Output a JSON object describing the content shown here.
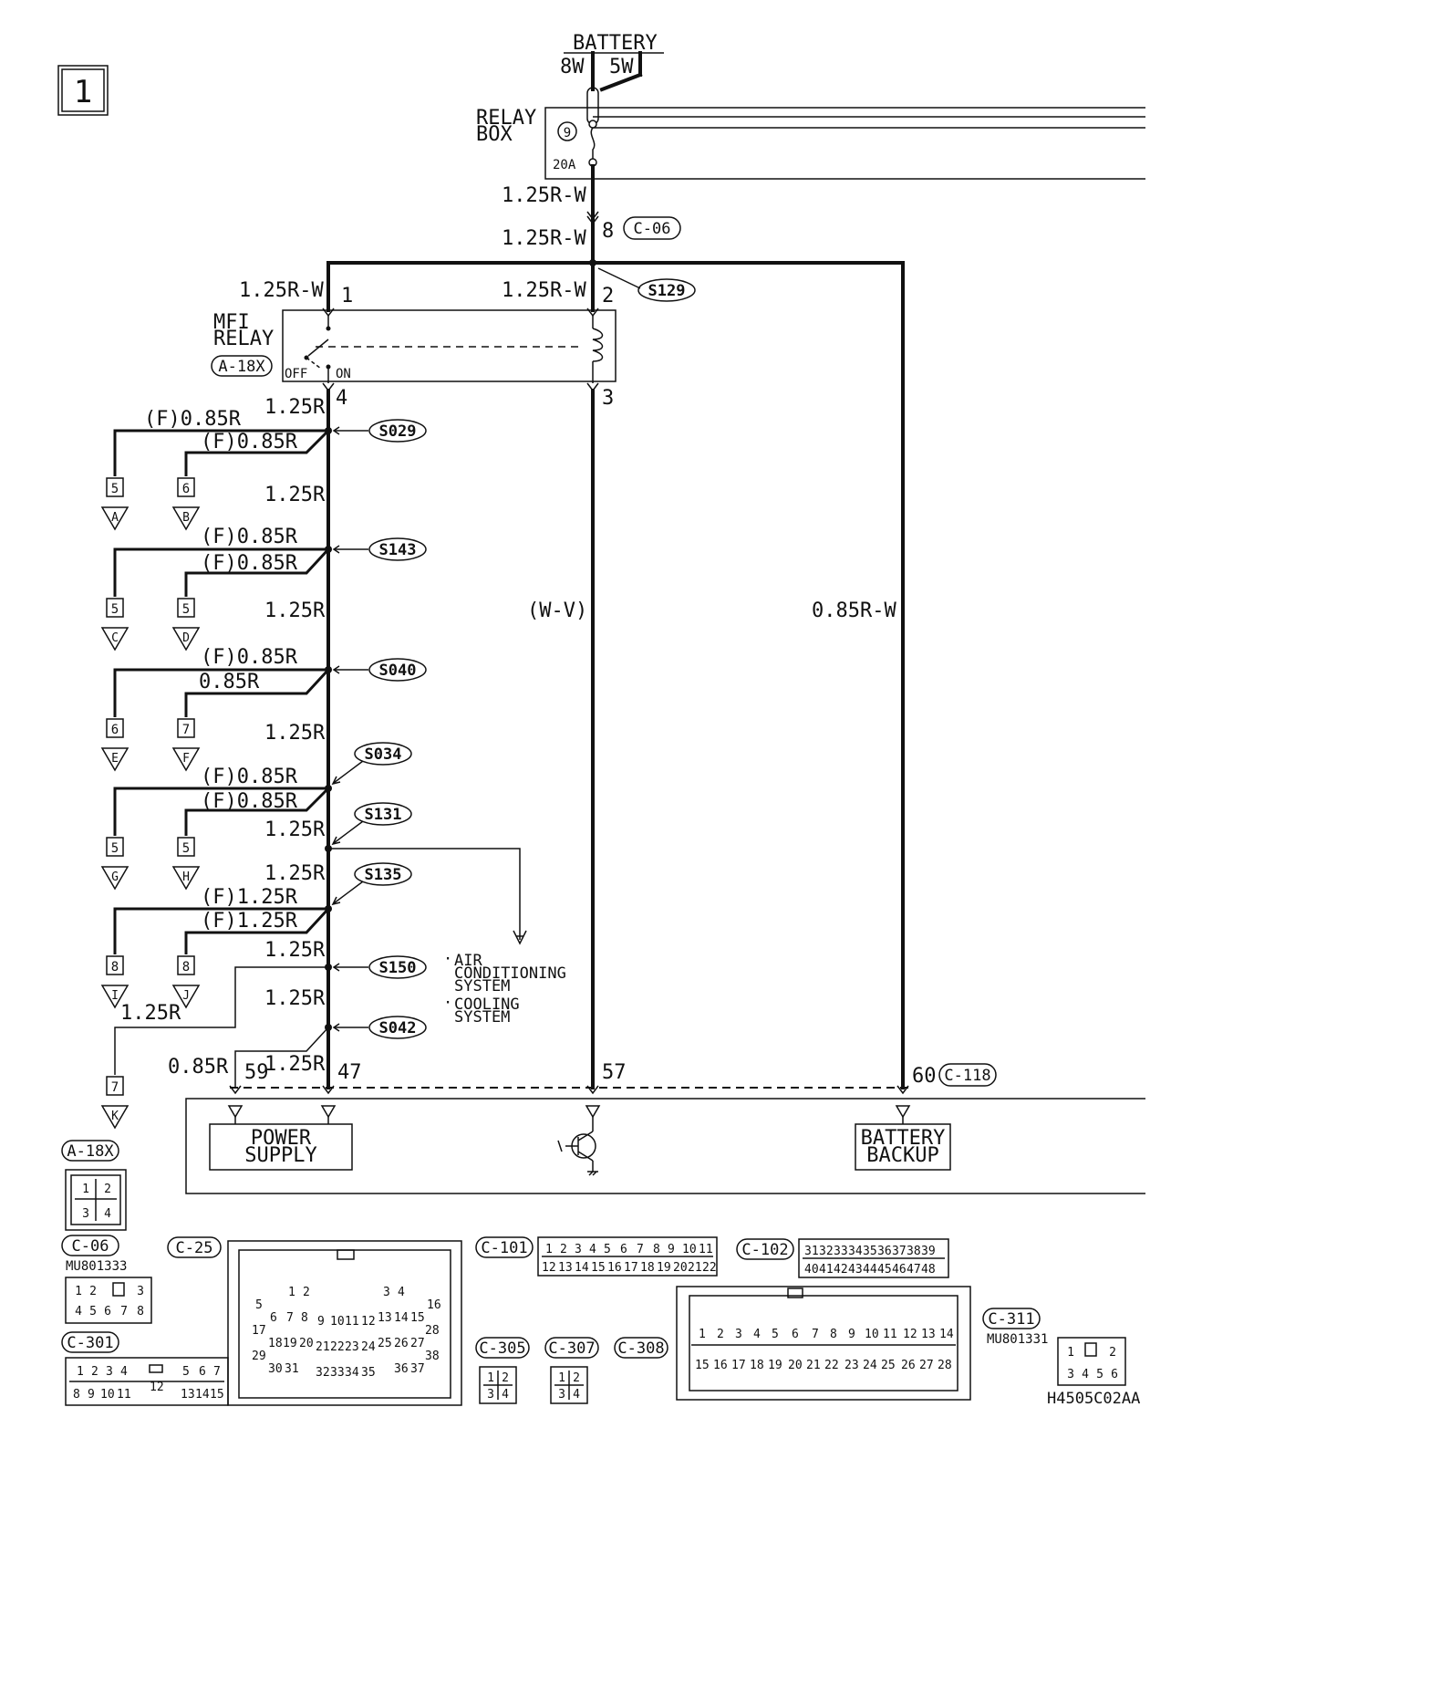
{
  "page_number": "1",
  "battery": {
    "label": "BATTERY",
    "left": "8W",
    "right": "5W"
  },
  "relay_box": {
    "line1": "RELAY",
    "line2": "BOX",
    "fuse_no": "9",
    "fuse_rating": "20A"
  },
  "wires": {
    "w_125rw": "1.25R-W",
    "w_125r": "1.25R",
    "w_f085r": "(F)0.85R",
    "w_085r": "0.85R",
    "w_f125r": "(F)1.25R",
    "w_wv": "(W-V)",
    "w_085rw": "0.85R-W"
  },
  "connectors": {
    "c06": "C-06",
    "c06_pin": "8",
    "c118": "C-118",
    "a18x": "A-18X",
    "c25": "C-25",
    "c101": "C-101",
    "c102": "C-102",
    "c301": "C-301",
    "c305": "C-305",
    "c307": "C-307",
    "c308": "C-308",
    "c311": "C-311",
    "mu801333": "MU801333",
    "mu801331": "MU801331"
  },
  "mfi_relay": {
    "line1": "MFI",
    "line2": "RELAY",
    "off": "OFF",
    "on": "ON",
    "pin1": "1",
    "pin2": "2",
    "pin3": "3",
    "pin4": "4"
  },
  "splices": [
    "S129",
    "S029",
    "S143",
    "S040",
    "S034",
    "S131",
    "S135",
    "S150",
    "S042"
  ],
  "branches": [
    {
      "pin": "5",
      "letter": "A"
    },
    {
      "pin": "6",
      "letter": "B"
    },
    {
      "pin": "5",
      "letter": "C"
    },
    {
      "pin": "5",
      "letter": "D"
    },
    {
      "pin": "6",
      "letter": "E"
    },
    {
      "pin": "7",
      "letter": "F"
    },
    {
      "pin": "5",
      "letter": "G"
    },
    {
      "pin": "5",
      "letter": "H"
    },
    {
      "pin": "8",
      "letter": "I"
    },
    {
      "pin": "8",
      "letter": "J"
    },
    {
      "pin": "7",
      "letter": "K"
    }
  ],
  "systems": [
    "AIR",
    "CONDITIONING",
    "SYSTEM",
    "COOLING",
    "SYSTEM"
  ],
  "ecu": {
    "pin59": "59",
    "pin47": "47",
    "pin57": "57",
    "pin60": "60",
    "power_supply_1": "POWER",
    "power_supply_2": "SUPPLY",
    "battery_backup_1": "BATTERY",
    "battery_backup_2": "BACKUP"
  },
  "drawing_id": "H4505C02AA"
}
